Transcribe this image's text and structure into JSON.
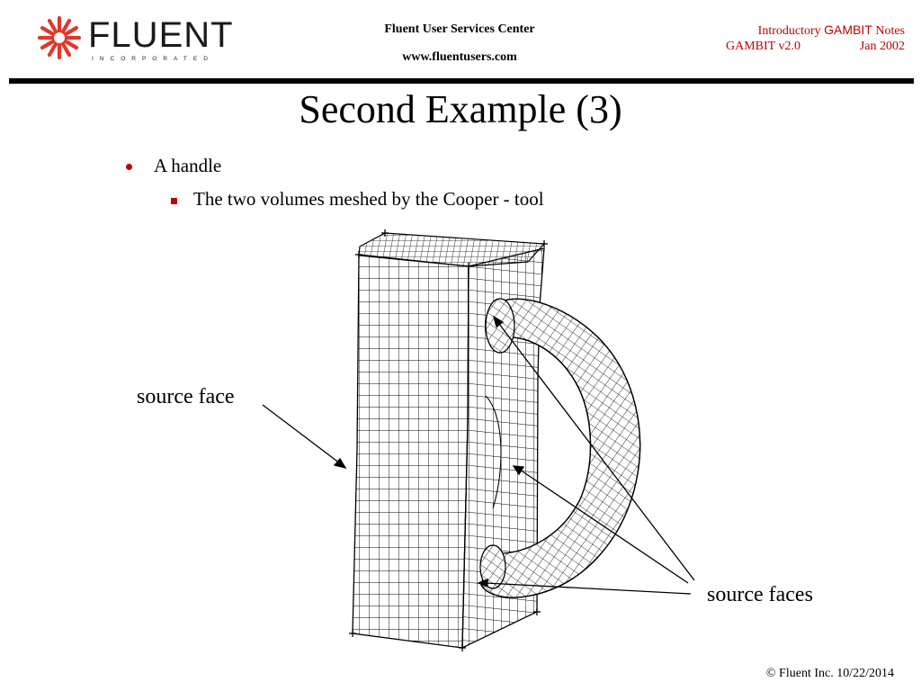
{
  "header": {
    "logo_text": "FLUENT",
    "logo_subtext": "INCORPORATED",
    "center_line1": "Fluent User Services Center",
    "center_line2": "www.fluentusers.com",
    "right_line1_prefix": "Introductory ",
    "right_line1_brand": "GAMBIT",
    "right_line1_suffix": " Notes",
    "right_line2_version": "GAMBIT v2.0",
    "right_line2_date": "Jan 2002",
    "accent_color": "#c00000"
  },
  "slide": {
    "title": "Second Example (3)",
    "bullet_1": "A handle",
    "bullet_1_sub": "The two volumes meshed by the Cooper - tool"
  },
  "figure": {
    "label_source_face": "source face",
    "label_source_faces": "source faces"
  },
  "footer": {
    "copyright": "© Fluent Inc. 10/22/2014"
  }
}
